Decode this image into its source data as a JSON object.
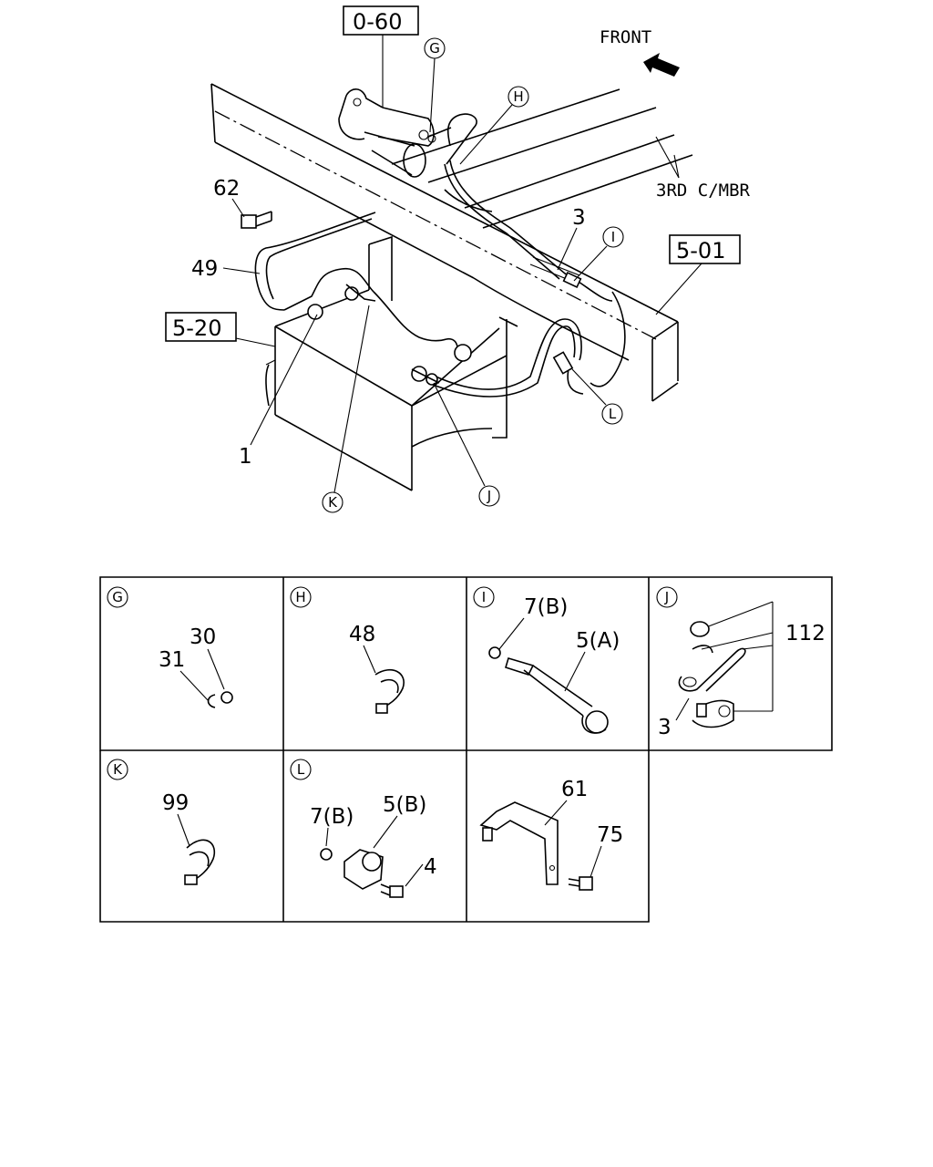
{
  "main_view": {
    "front_label": "FRONT",
    "crossmember_label": "3RD C/MBR",
    "ref_boxes": [
      "0-60",
      "5-01",
      "5-20"
    ],
    "part_numbers": [
      "62",
      "49",
      "3",
      "1"
    ],
    "callouts": [
      "G",
      "H",
      "I",
      "J",
      "K",
      "L"
    ]
  },
  "detail_panels": [
    {
      "callout": "G",
      "parts": [
        "30",
        "31"
      ]
    },
    {
      "callout": "H",
      "parts": [
        "48"
      ]
    },
    {
      "callout": "I",
      "parts": [
        "7(B)",
        "5(A)"
      ]
    },
    {
      "callout": "J",
      "parts": [
        "112",
        "3"
      ]
    },
    {
      "callout": "K",
      "parts": [
        "99"
      ]
    },
    {
      "callout": "L",
      "parts": [
        "7(B)",
        "5(B)",
        "4"
      ]
    },
    {
      "callout": "",
      "parts": [
        "61",
        "75"
      ]
    }
  ],
  "icons": {
    "front_arrow": "front-arrow-icon"
  }
}
